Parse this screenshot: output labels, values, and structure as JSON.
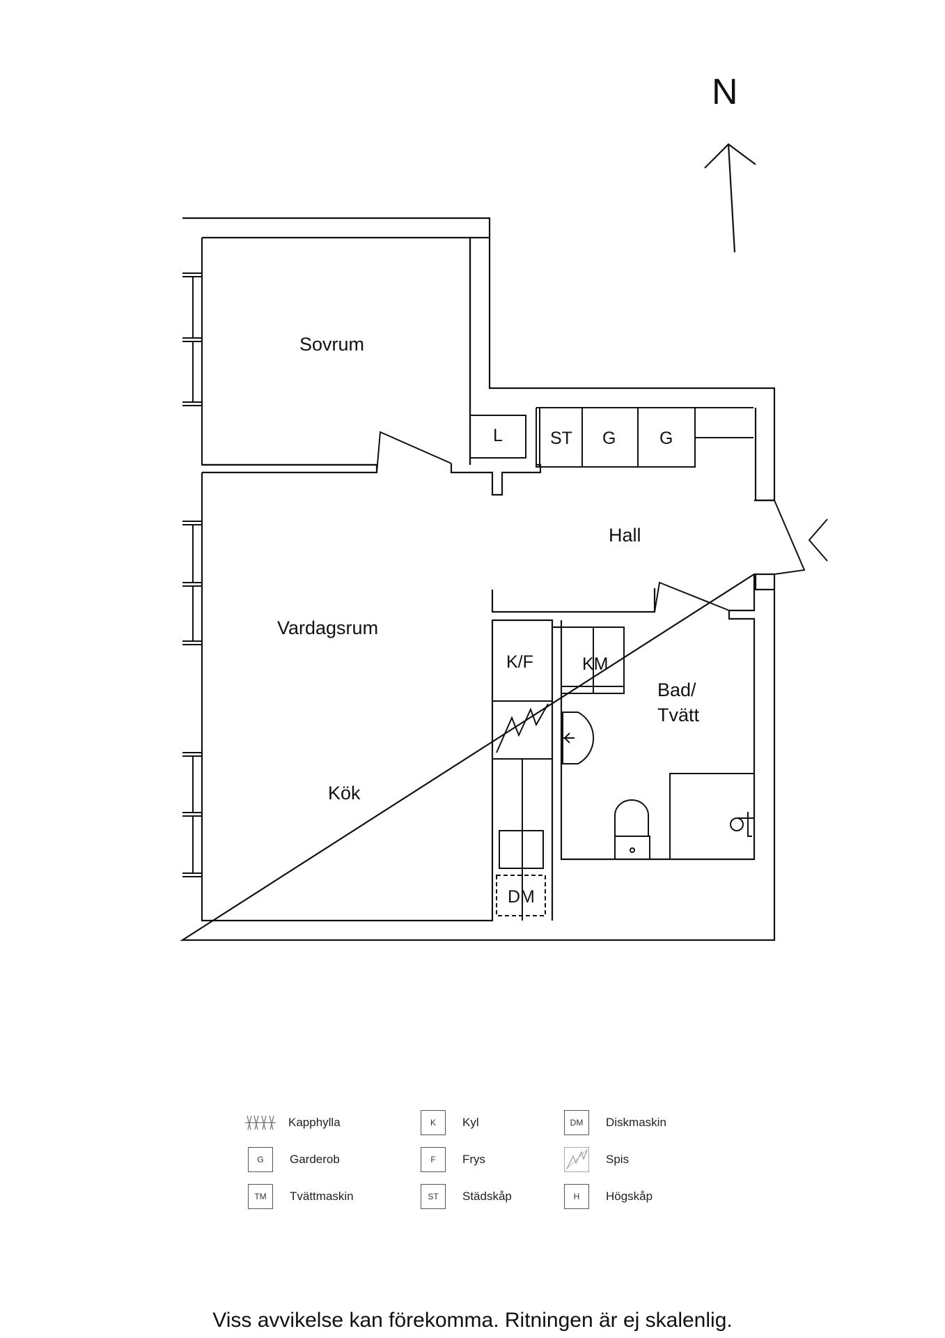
{
  "north": {
    "label": "N"
  },
  "rooms": {
    "sovrum": "Sovrum",
    "vardagsrum": "Vardagsrum",
    "kok": "Kök",
    "hall": "Hall",
    "bad_line1": "Bad/",
    "bad_line2": "Tvätt"
  },
  "fixtures": {
    "linen": "L",
    "stadskap": "ST",
    "garderob1": "G",
    "garderob2": "G",
    "kyl_frys": "K/F",
    "tvattmaskin": "KM",
    "diskmaskin": "DM"
  },
  "legend": [
    {
      "code": "",
      "icon": "kapphylla-icon",
      "label": "Kapphylla"
    },
    {
      "code": "G",
      "icon": "",
      "label": "Garderob"
    },
    {
      "code": "TM",
      "icon": "",
      "label": "Tvättmaskin"
    },
    {
      "code": "K",
      "icon": "",
      "label": "Kyl"
    },
    {
      "code": "F",
      "icon": "",
      "label": "Frys"
    },
    {
      "code": "ST",
      "icon": "",
      "label": "Städskåp"
    },
    {
      "code": "DM",
      "icon": "",
      "label": "Diskmaskin"
    },
    {
      "code": "",
      "icon": "spis-icon",
      "label": "Spis"
    },
    {
      "code": "H",
      "icon": "",
      "label": "Högskåp"
    }
  ],
  "disclaimer": "Viss avvikelse kan förekomma. Ritningen är ej skalenlig."
}
